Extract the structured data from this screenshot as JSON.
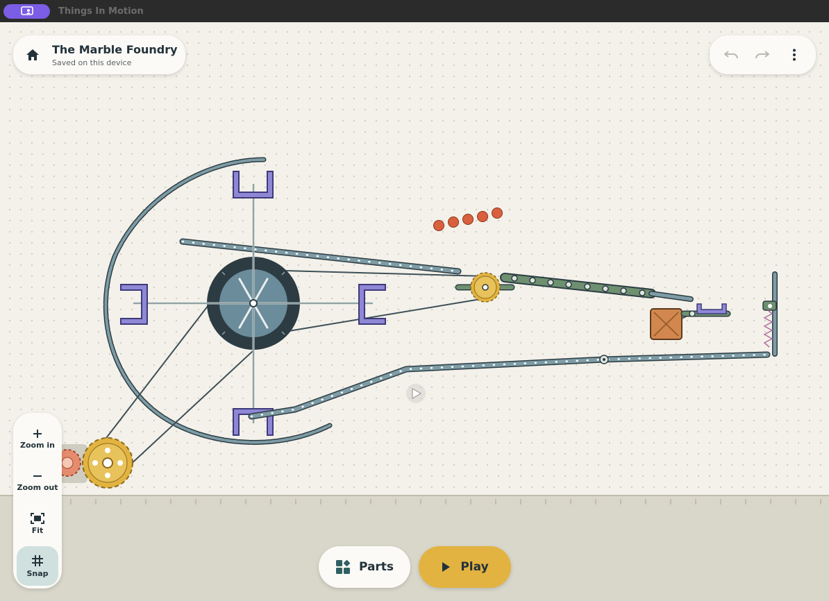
{
  "titlebar": {
    "app_name": "Things In Motion"
  },
  "project": {
    "name": "The Marble Foundry",
    "status": "Saved on this device"
  },
  "toolbar": {
    "undo_icon": "undo-icon",
    "redo_icon": "redo-icon",
    "more_icon": "more-vertical-icon"
  },
  "zoom": {
    "zoom_in": "Zoom in",
    "zoom_out": "Zoom out",
    "fit": "Fit",
    "snap": "Snap"
  },
  "actions": {
    "parts": "Parts",
    "play": "Play"
  },
  "colors": {
    "accent": "#e3b341",
    "beam": "#7e9ca5",
    "bucket": "#8f87d6",
    "marble": "#d9603e",
    "wheel": "#2d3c43"
  }
}
